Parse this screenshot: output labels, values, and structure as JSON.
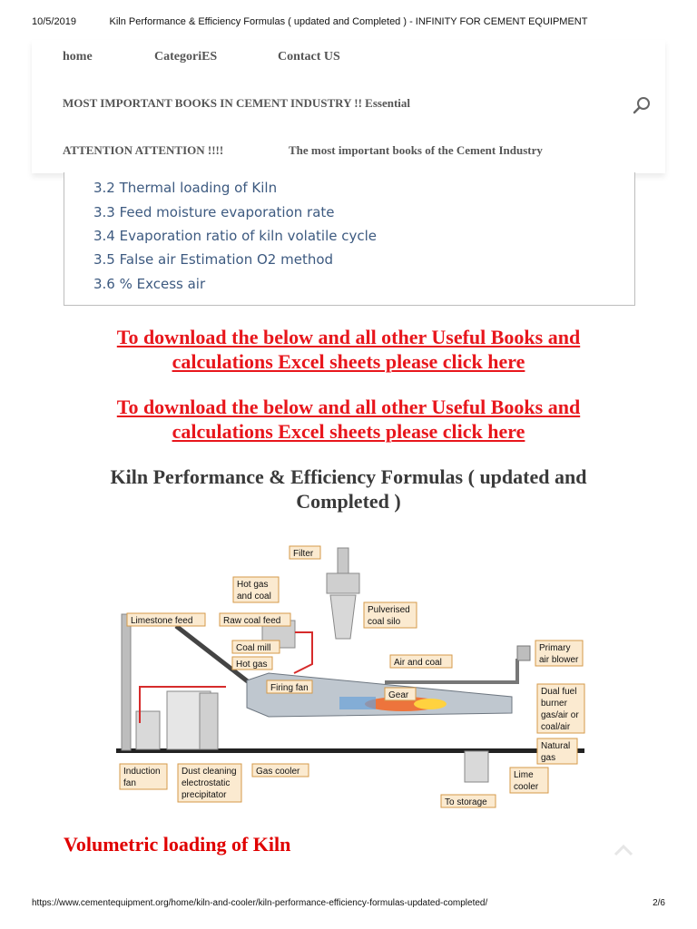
{
  "print_header": {
    "date": "10/5/2019",
    "title": "Kiln Performance & Efficiency Formulas ( updated and Completed ) - INFINITY FOR CEMENT EQUIPMENT"
  },
  "nav": {
    "home": "home",
    "categories": "CategoriES",
    "contact": "Contact US",
    "books": "MOST IMPORTANT BOOKS IN CEMENT INDUSTRY !! Essential",
    "attention": "ATTENTION ATTENTION !!!!",
    "important": "The most important books of the Cement Industry"
  },
  "toc": {
    "items": [
      "3.2 Thermal loading of Kiln",
      "3.3 Feed moisture evaporation rate",
      "3.4 Evaporation ratio of kiln volatile cycle",
      "3.5 False air Estimation O2 method",
      "3.6 % Excess air"
    ]
  },
  "download": {
    "line1": "To download the below  and all other Useful Books and",
    "line2": "calculations Excel sheets please click here "
  },
  "article": {
    "title_line1": "Kiln Performance & Efficiency Formulas ( updated and",
    "title_line2": "Completed )"
  },
  "diagram": {
    "labels": {
      "filter": "Filter",
      "hot_gas_and_coal_1": "Hot gas",
      "hot_gas_and_coal_2": "and coal",
      "pulverised_1": "Pulverised",
      "pulverised_2": "coal silo",
      "limestone_feed": "Limestone feed",
      "raw_coal_feed": "Raw coal feed",
      "coal_mill": "Coal mill",
      "hot_gas": "Hot gas",
      "air_and_coal": "Air and coal",
      "primary_1": "Primary",
      "primary_2": "air blower",
      "firing_fan": "Firing fan",
      "gear": "Gear",
      "dual_1": "Dual fuel",
      "dual_2": "burner",
      "dual_3": "gas/air or",
      "dual_4": "coal/air",
      "natural_1": "Natural",
      "natural_2": "gas",
      "induction_1": "Induction",
      "induction_2": "fan",
      "dust_1": "Dust cleaning",
      "dust_2": "electrostatic",
      "dust_3": "precipitator",
      "gas_cooler": "Gas cooler",
      "lime_1": "Lime",
      "lime_2": "cooler",
      "to_storage": "To storage"
    }
  },
  "section": {
    "heading": "Volumetric loading of Kiln"
  },
  "print_footer": {
    "url": "https://www.cementequipment.org/home/kiln-and-cooler/kiln-performance-efficiency-formulas-updated-completed/",
    "page": "2/6"
  }
}
